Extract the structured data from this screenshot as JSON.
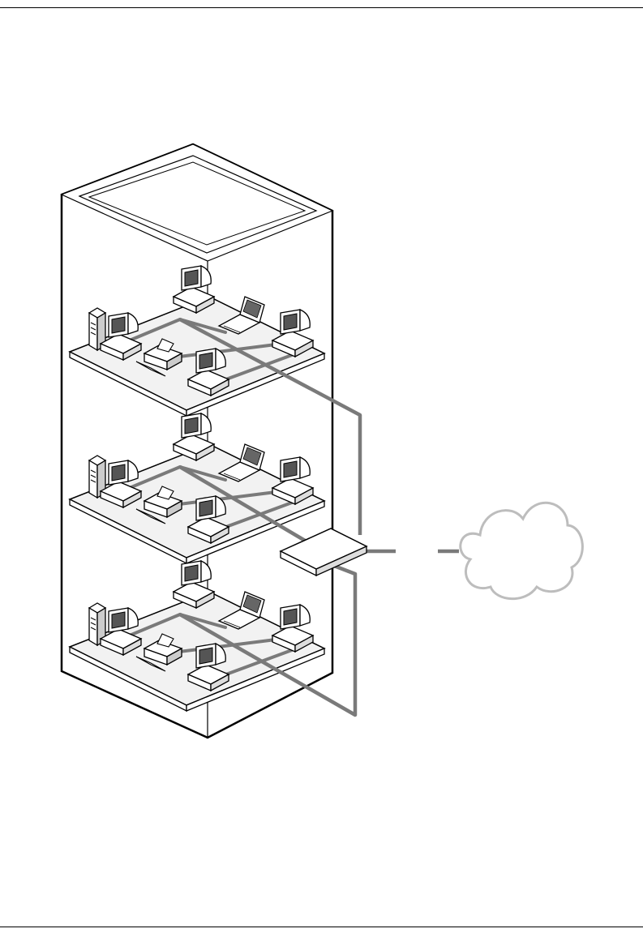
{
  "diagram": {
    "kind": "network",
    "building": {
      "floors": 3
    },
    "floor_devices": [
      "server",
      "desktop-computer",
      "desktop-computer",
      "desktop-computer",
      "laptop",
      "printer"
    ],
    "hub": "router",
    "external": "cloud",
    "colors": {
      "outline": "#000000",
      "cable": "#7a7a7a",
      "cloud": "#bdbdbd",
      "floor_fill": "#f2f2f2",
      "device_fill": "#ffffff"
    }
  }
}
